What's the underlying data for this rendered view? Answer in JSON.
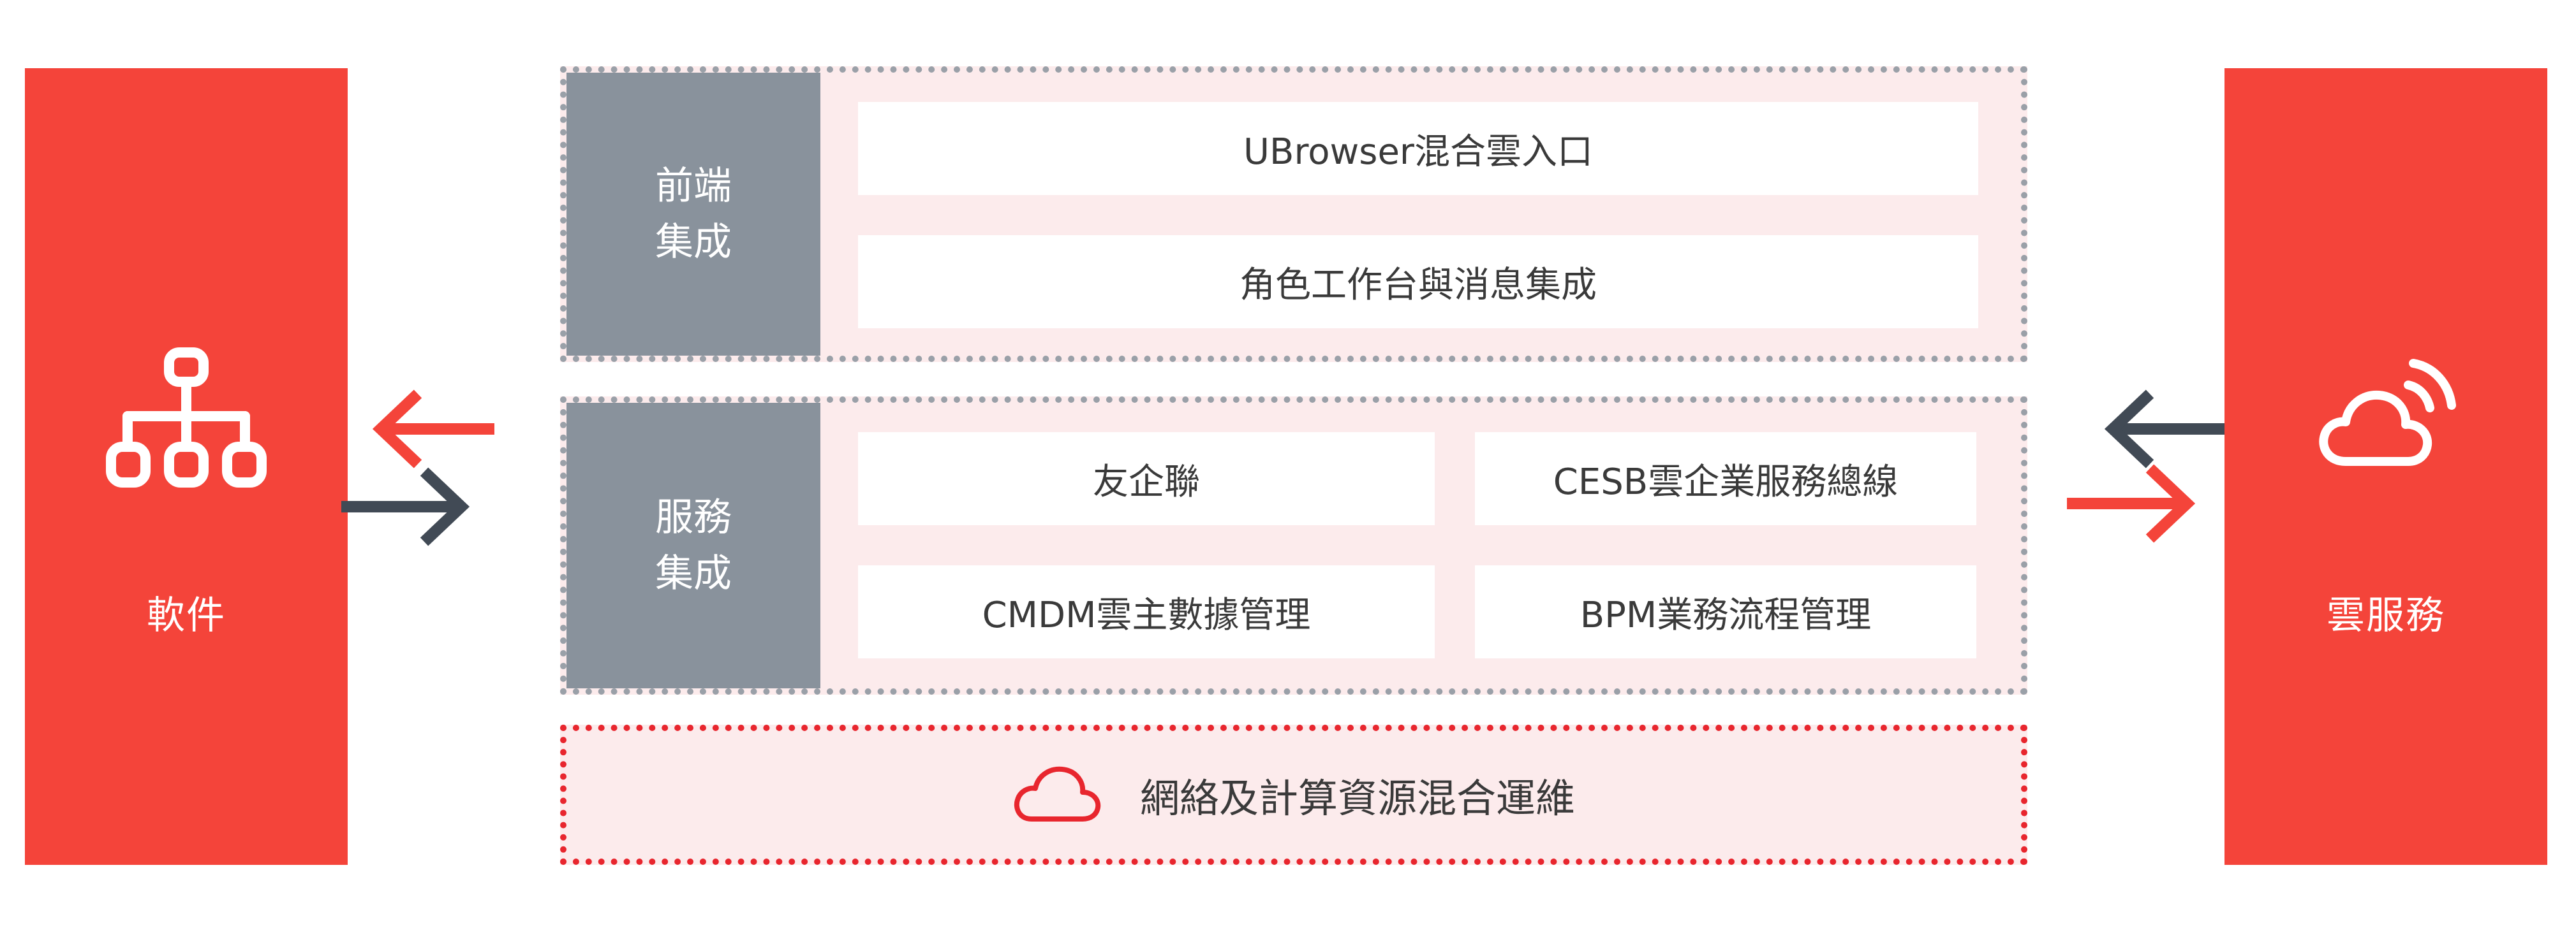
{
  "left_panel": {
    "label": "軟件",
    "icon": "network-hierarchy-icon"
  },
  "right_panel": {
    "label": "雲服務",
    "icon": "cloud-wireless-icon"
  },
  "front_integration": {
    "label_line1": "前端",
    "label_line2": "集成",
    "items": [
      "UBrowser混合雲入口",
      "角色工作台與消息集成"
    ]
  },
  "service_integration": {
    "label_line1": "服務",
    "label_line2": "集成",
    "items": [
      "友企聯",
      "CESB雲企業服務總線",
      "CMDM雲主數據管理",
      "BPM業務流程管理"
    ]
  },
  "bottom_bar": {
    "label": "網絡及計算資源混合運維",
    "icon": "cloud-icon"
  },
  "colors": {
    "accent_red": "#f4443a",
    "gray_label": "#89929c",
    "dark_arrow": "#414a55",
    "panel_bg": "#fcebec"
  }
}
